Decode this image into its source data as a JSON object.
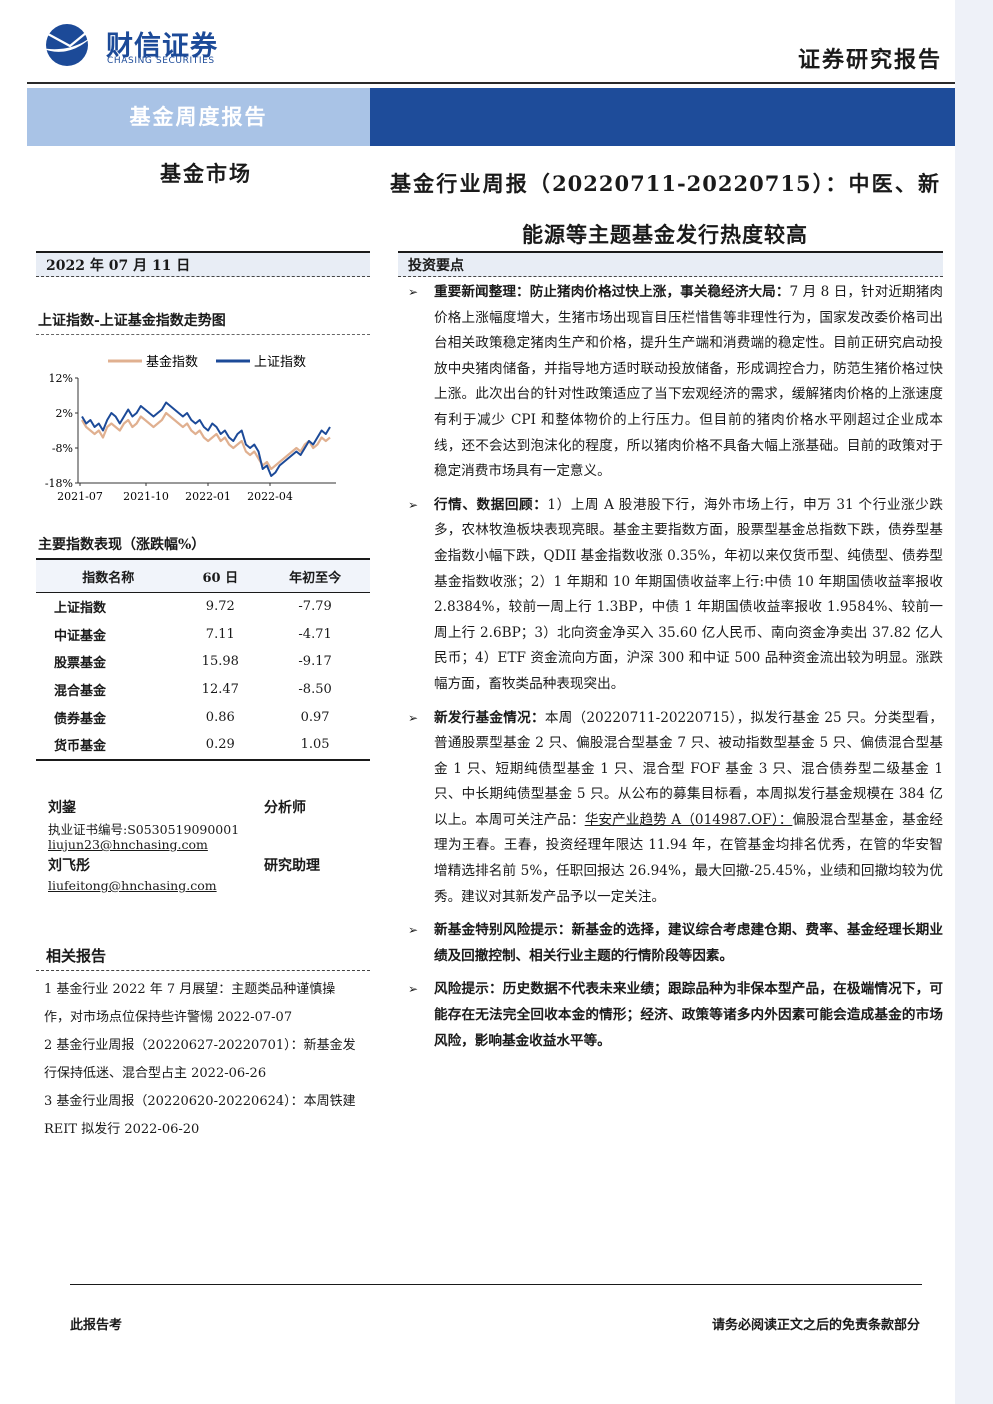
{
  "header": {
    "logo_cn": "财信证券",
    "logo_en": "CHASING SECURITIES",
    "report_type": "证券研究报告",
    "band_label": "基金周度报告"
  },
  "colors": {
    "brand_blue": "#1e4c9a",
    "light_blue": "#a9c3e6",
    "series_fund": "#e0b090",
    "series_sh": "#1c4a98"
  },
  "left": {
    "market_label": "基金市场",
    "date": "2022 年 07 月 11 日",
    "chart_title": "上证指数-上证基金指数走势图"
  },
  "title": {
    "main": "基金行业周报（20220711-20220715）：中医、新能源等主题基金发行热度较高"
  },
  "chart_data": {
    "type": "line",
    "title": "",
    "x_ticks": [
      "2021-07",
      "2021-10",
      "2022-01",
      "2022-04"
    ],
    "y_ticks": [
      "12%",
      "2%",
      "-8%",
      "-18%"
    ],
    "ylim": [
      -18,
      12
    ],
    "legend_placement": "top",
    "series": [
      {
        "name": "基金指数",
        "color": "#e0b090",
        "values": [
          0,
          -2,
          -3,
          -4,
          -3,
          -5,
          -2,
          -1,
          -2,
          -3,
          -1,
          0,
          -2,
          -1,
          1,
          0,
          -1,
          -2,
          -1,
          0,
          2,
          1,
          0,
          -1,
          -2,
          -1,
          -3,
          -4,
          -3,
          -5,
          -6,
          -5,
          -4,
          -6,
          -5,
          -7,
          -8,
          -7,
          -6,
          -9,
          -10,
          -9,
          -11,
          -13,
          -12,
          -14,
          -13,
          -12,
          -11,
          -10,
          -9,
          -8,
          -9,
          -7,
          -6,
          -8,
          -7,
          -5,
          -6,
          -5
        ]
      },
      {
        "name": "上证指数",
        "color": "#1c4a98",
        "values": [
          1,
          -1,
          0,
          -2,
          -1,
          -3,
          0,
          2,
          1,
          -1,
          1,
          3,
          1,
          2,
          4,
          3,
          2,
          1,
          2,
          3,
          5,
          4,
          3,
          2,
          1,
          2,
          0,
          -1,
          0,
          -2,
          -3,
          -1,
          -2,
          -4,
          -3,
          -5,
          -6,
          -4,
          -3,
          -7,
          -8,
          -7,
          -9,
          -14,
          -13,
          -16,
          -15,
          -13,
          -12,
          -11,
          -10,
          -9,
          -10,
          -8,
          -6,
          -7,
          -5,
          -3,
          -4,
          -2
        ]
      }
    ]
  },
  "index_table": {
    "headers": [
      "指数名称",
      "60 日",
      "年初至今"
    ],
    "rows": [
      [
        "上证指数",
        "9.72",
        "-7.79"
      ],
      [
        "中证基金",
        "7.11",
        "-4.71"
      ],
      [
        "股票基金",
        "15.98",
        "-9.17"
      ],
      [
        "混合基金",
        "12.47",
        "-8.50"
      ],
      [
        "债券基金",
        "0.86",
        "0.97"
      ],
      [
        "货币基金",
        "0.29",
        "1.05"
      ]
    ],
    "title": "主要指数表现（涨跌幅%）"
  },
  "authors": {
    "a1_name": "刘鋆",
    "a1_role": "分析师",
    "a1_cert": "执业证书编号:S0530519090001",
    "a1_email": "liujun23@hnchasing.com",
    "a2_name": "刘飞彤",
    "a2_role": "研究助理",
    "a2_email": "liufeitong@hnchasing.com"
  },
  "related": {
    "title": "相关报告",
    "items": [
      "1 基金行业 2022 年 7 月展望：主题类品种谨慎操作，对市场点位保持些许警惕 2022-07-07",
      "2 基金行业周报（20220627-20220701）：新基金发行保持低迷、混合型占主 2022-06-26",
      "3 基金行业周报（20220620-20220624）：本周铁建 REIT 拟发行 2022-06-20"
    ]
  },
  "investment": {
    "title": "投资要点",
    "b1_head": "重要新闻整理：防止猪肉价格过快上涨，事关稳经济大局：",
    "b1_body": "7 月 8 日，针对近期猪肉价格上涨幅度增大，生猪市场出现盲目压栏惜售等非理性行为，国家发改委价格司出台相关政策稳定猪肉生产和价格，提升生产端和消费端的稳定性。目前正研究启动投放中央猪肉储备，并指导地方适时联动投放储备，形成调控合力，防范生猪价格过快上涨。此次出台的针对性政策适应了当下宏观经济的需求，缓解猪肉价格的上涨速度有利于减少 CPI 和整体物价的上行压力。但目前的猪肉价格水平刚超过企业成本线，还不会达到泡沫化的程度，所以猪肉价格不具备大幅上涨基础。目前的政策对于稳定消费市场具有一定意义。",
    "b2_head": "行情、数据回顾：",
    "b2_body": "1）上周 A 股港股下行，海外市场上行，申万 31 个行业涨少跌多，农林牧渔板块表现亮眼。基金主要指数方面，股票型基金总指数下跌，债券型基金指数小幅下跌，QDII 基金指数收涨 0.35%，年初以来仅货币型、纯债型、债券型基金指数收涨；2）1 年期和 10 年期国债收益率上行:中债 10 年期国债收益率报收 2.8384%，较前一周上行 1.3BP，中债 1 年期国债收益率报收 1.9584%、较前一周上行 2.6BP；3）北向资金净买入 35.60 亿人民币、南向资金净卖出 37.82 亿人民币；4）ETF 资金流向方面，沪深 300 和中证 500 品种资金流出较为明显。涨跌幅方面，畜牧类品种表现突出。",
    "b3_head": "新发行基金情况：",
    "b3_body1": "本周（20220711-20220715），拟发行基金 25 只。分类型看，普通股票型基金 2 只、偏股混合型基金 7 只、被动指数型基金 5 只、偏债混合型基金 1 只、短期纯债型基金 1 只、混合型 FOF 基金 3 只、混合债券型二级基金 1 只、中长期纯债型基金 5 只。从公布的募集目标看，本周拟发行基金规模在 384 亿以上。本周可关注产品：",
    "b3_fund": "华安产业趋势 A（014987.OF）：",
    "b3_body2": "偏股混合型基金，基金经理为王春。王春，投资经理年限达 11.94 年，在管基金均排名优秀，在管的华安智增精选排名前 5%，任职回报达 26.94%，最大回撤-25.45%，业绩和回撤均较为优秀。建议对其新发产品予以一定关注。",
    "b4_text": "新基金特别风险提示：新基金的选择，建议综合考虑建仓期、费率、基金经理长期业绩及回撤控制、相关行业主题的行情阶段等因素。",
    "b5_text": "风险提示：历史数据不代表未来业绩；跟踪品种为非保本型产品，在极端情况下，可能存在无法完全回收本金的情形；经济、政策等诸多内外因素可能会造成基金的市场风险，影响基金收益水平等。"
  },
  "footer": {
    "left": "此报告考",
    "right": "请务必阅读正文之后的免责条款部分"
  }
}
